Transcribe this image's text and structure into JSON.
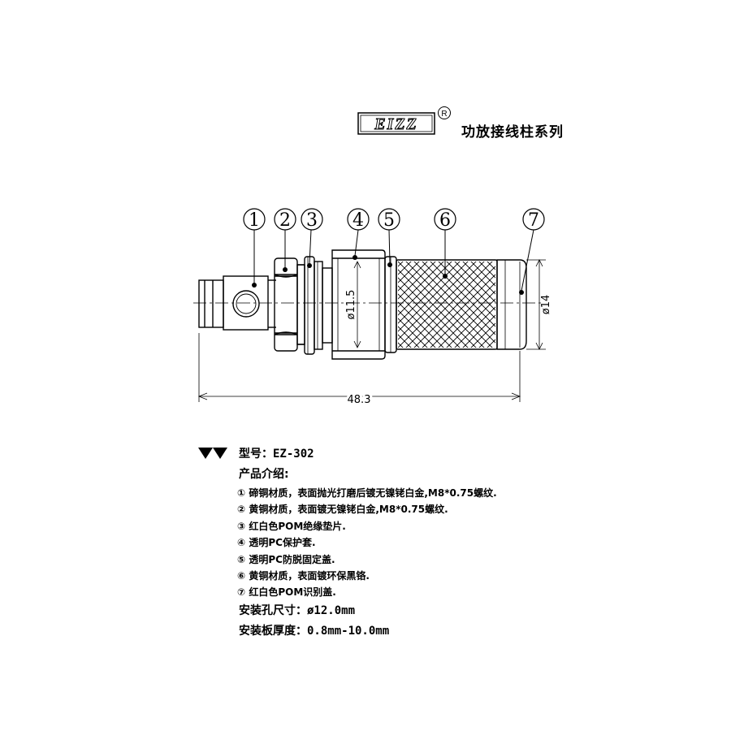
{
  "header": {
    "logo_text": "EIZZ",
    "registered_mark": "R",
    "series_title": "功放接线柱系列"
  },
  "drawing": {
    "callouts": [
      "1",
      "2",
      "3",
      "4",
      "5",
      "6",
      "7"
    ],
    "dim_length": "48.3",
    "dim_inner_diameter": "ø11.5",
    "dim_outer_diameter": "ø14"
  },
  "info": {
    "model_label": "型号：",
    "model_value": "EZ-302",
    "intro_label": "产品介绍:",
    "items": [
      "① 碲铜材质，表面抛光打磨后镀无镍铑白金,M8*0.75螺纹.",
      "② 黄铜材质，表面镀无镍铑白金,M8*0.75螺纹.",
      "③ 红白色POM绝缘垫片.",
      "④ 透明PC保护套.",
      "⑤ 透明PC防脱固定盖.",
      "⑥ 黄铜材质，表面镀环保黑铬.",
      "⑦ 红白色POM识别盖."
    ],
    "hole_label": "安装孔尺寸：",
    "hole_value": "ø12.0mm",
    "panel_label": "安装板厚度：",
    "panel_value": "0.8mm-10.0mm"
  }
}
